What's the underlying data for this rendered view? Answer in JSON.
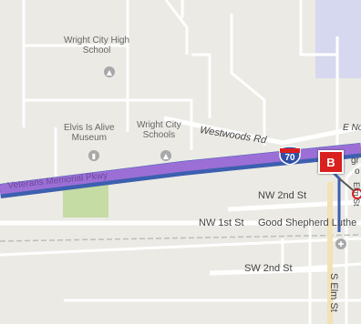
{
  "map": {
    "labels": {
      "high_school": "Wright City High\nSchool",
      "museum": "Elvis Is Alive\nMuseum",
      "schools": "Wright City\nSchools",
      "westwoods": "Westwoods Rd",
      "veterans": "Veterans Memorial Pkwy",
      "nw2nd": "NW 2nd St",
      "nw1st": "NW 1st St",
      "good_shepherd": "Good Shepherd Luthe",
      "sw2nd": "SW 2nd St",
      "selm": "S Elm St",
      "elm_st_partial": "Elm St",
      "e_no_partial": "E No",
      "edge_partial_1": "gr",
      "edge_partial_2": "o"
    },
    "shield_number": "70",
    "marker_label": "B",
    "colors": {
      "route": "#9b6fd6",
      "route_casing": "#3d5fb0",
      "park": "#c5dca5",
      "urban": "#d6d8f0",
      "marker": "#d9201e",
      "interstate": "#2f4fa6"
    },
    "icons": [
      "school-icon",
      "museum-icon",
      "school-icon",
      "interstate-shield-icon",
      "church-icon"
    ]
  }
}
